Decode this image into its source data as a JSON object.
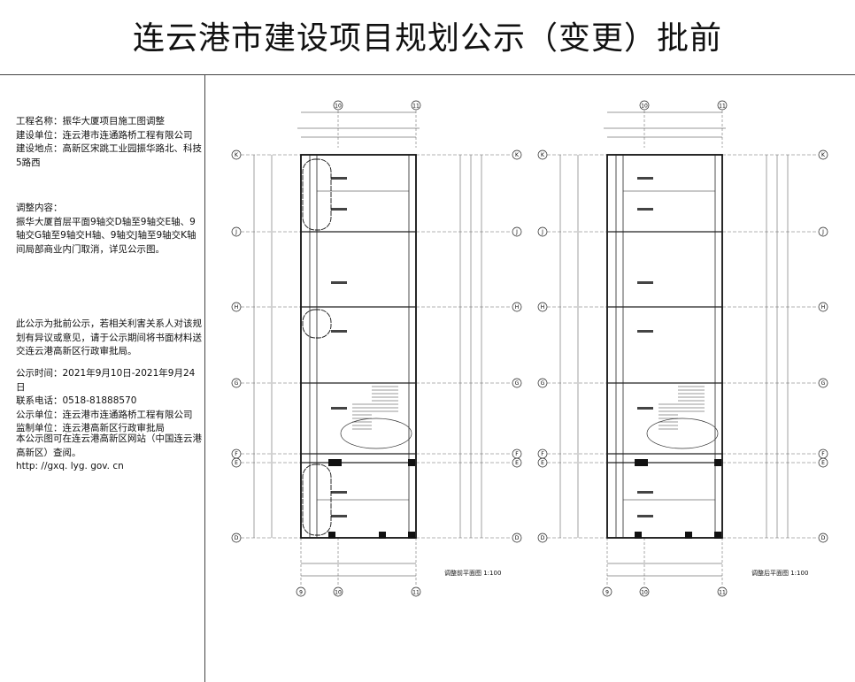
{
  "title": "连云港市建设项目规划公示（变更）批前",
  "project": {
    "name": "工程名称：振华大厦项目施工图调整",
    "builder": "建设单位：连云港市连通路桥工程有限公司",
    "location": "建设地点：高新区宋跳工业园振华路北、科技5路西"
  },
  "adjustment": {
    "heading": "调整内容：",
    "content": "振华大厦首层平面9轴交D轴至9轴交E轴、9轴交G轴至9轴交H轴、9轴交J轴至9轴交K轴间局部商业内门取消，详见公示图。"
  },
  "notice": "此公示为批前公示，若相关利害关系人对该规划有异议或意见，请于公示期间将书面材料送交连云港高新区行政审批局。",
  "contact": {
    "period": "公示时间：2021年9月10日-2021年9月24日",
    "phone": "联系电话：0518-81888570",
    "publisher": "公示单位：连云港市连通路桥工程有限公司",
    "supervisor": "监制单位：连云港高新区行政审批局"
  },
  "website": {
    "text": "本公示图可在连云港高新区网站（中国连云港高新区）查阅。",
    "url": "http: //gxq. lyg. gov. cn"
  },
  "plans": {
    "before_caption": "调整前平面图 1:100",
    "after_caption": "调整后平面图 1:100",
    "axis_rows": [
      "K",
      "J",
      "H",
      "G",
      "F",
      "E",
      "D"
    ],
    "axis_cols": [
      "9",
      "10",
      "11"
    ]
  }
}
